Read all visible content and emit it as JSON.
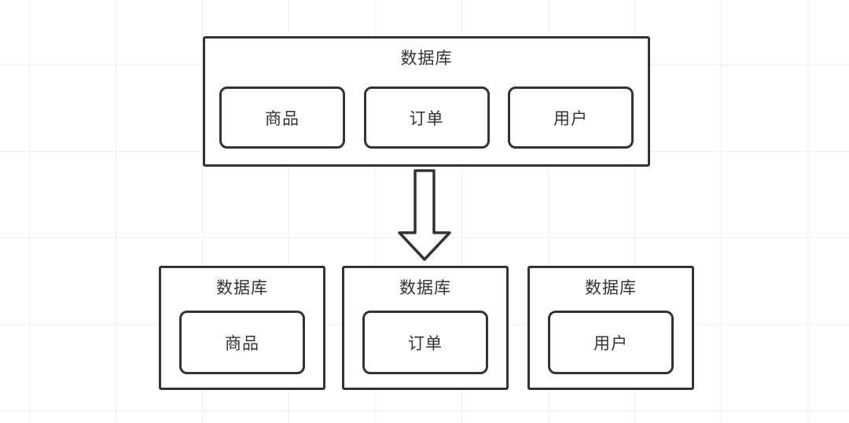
{
  "diagram": {
    "type": "database-vertical-split",
    "colors": {
      "stroke": "#333333",
      "background": "#ffffff",
      "grid_line": "#efefef"
    },
    "top": {
      "label": "数据库",
      "tables": [
        "商品",
        "订单",
        "用户"
      ]
    },
    "arrow": {
      "name": "down-block-arrow",
      "direction": "down"
    },
    "bottom": [
      {
        "label": "数据库",
        "table": "商品"
      },
      {
        "label": "数据库",
        "table": "订单"
      },
      {
        "label": "数据库",
        "table": "用户"
      }
    ]
  }
}
